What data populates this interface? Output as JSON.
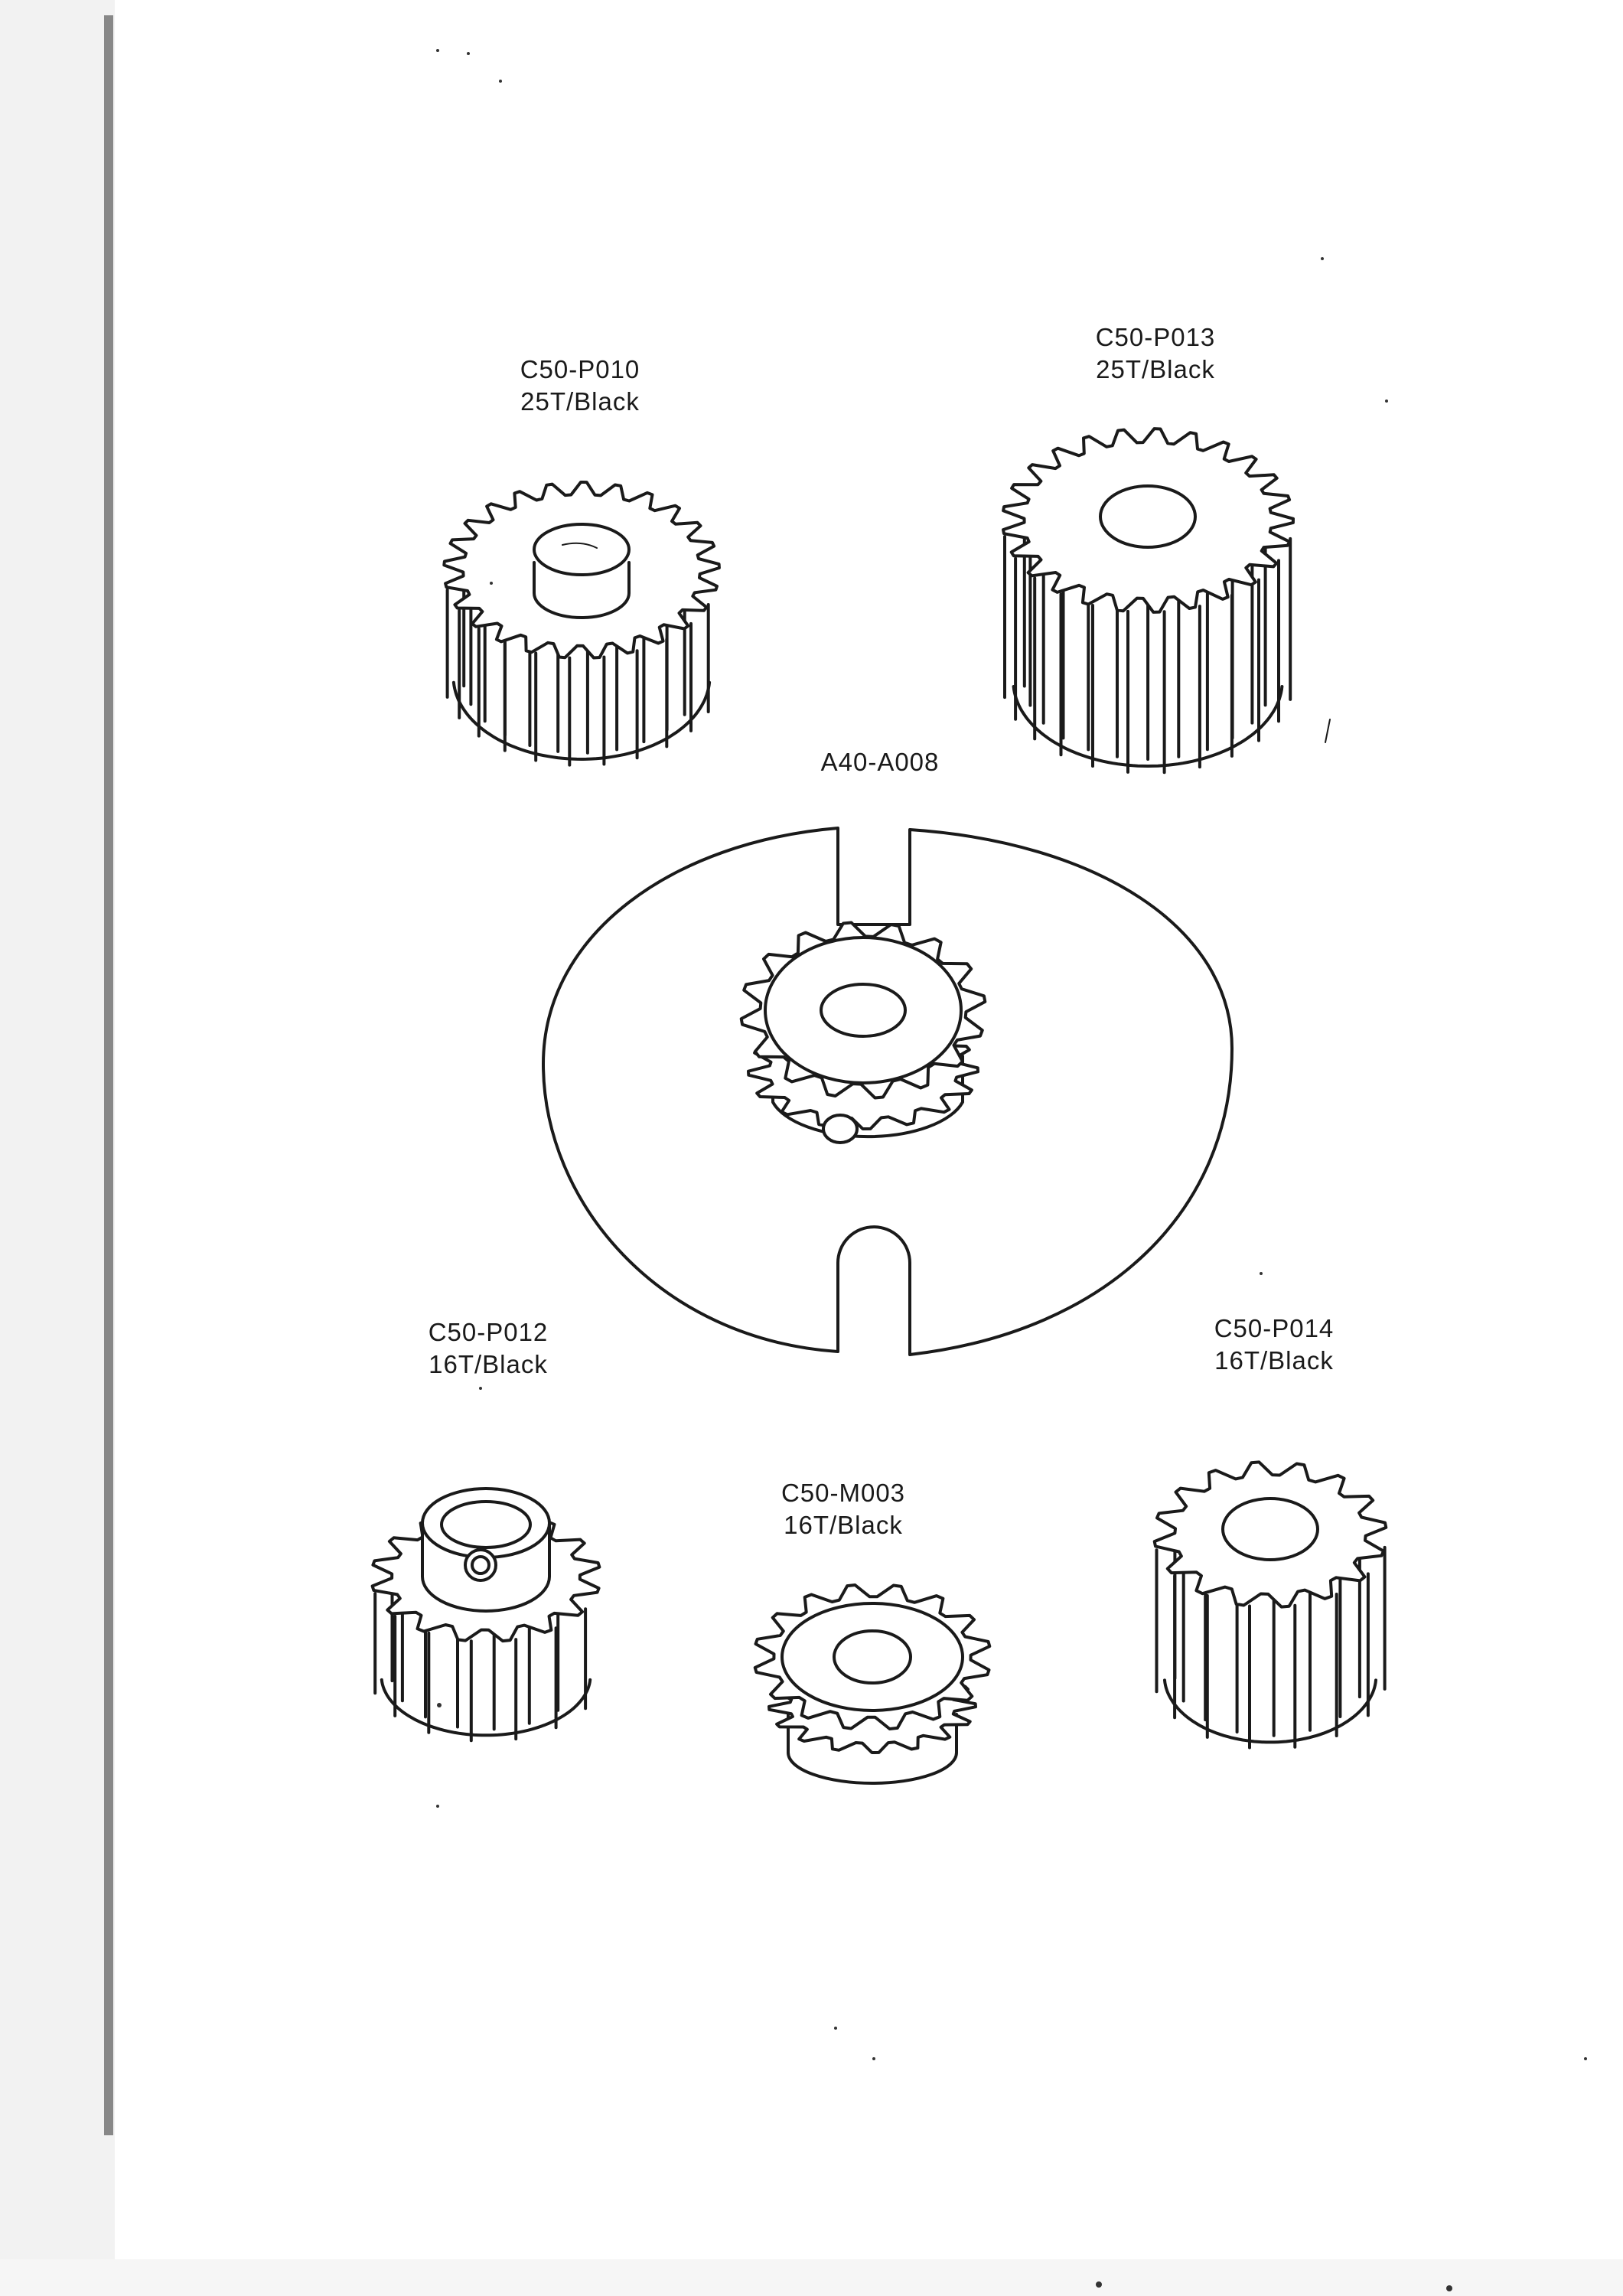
{
  "parts": [
    {
      "key": "c50-p010",
      "code": "C50-P010",
      "spec": "25T/Black"
    },
    {
      "key": "c50-p013",
      "code": "C50-P013",
      "spec": "25T/Black"
    },
    {
      "key": "a40-a008",
      "code": "A40-A008"
    },
    {
      "key": "c50-p012",
      "code": "C50-P012",
      "spec": "16T/Black"
    },
    {
      "key": "c50-p014",
      "code": "C50-P014",
      "spec": "16T/Black"
    },
    {
      "key": "c50-m003",
      "code": "C50-M003",
      "spec": "16T/Black"
    }
  ],
  "colors": {
    "ink": "#1a1a1a",
    "paper": "#ffffff",
    "binding": "#888888"
  }
}
